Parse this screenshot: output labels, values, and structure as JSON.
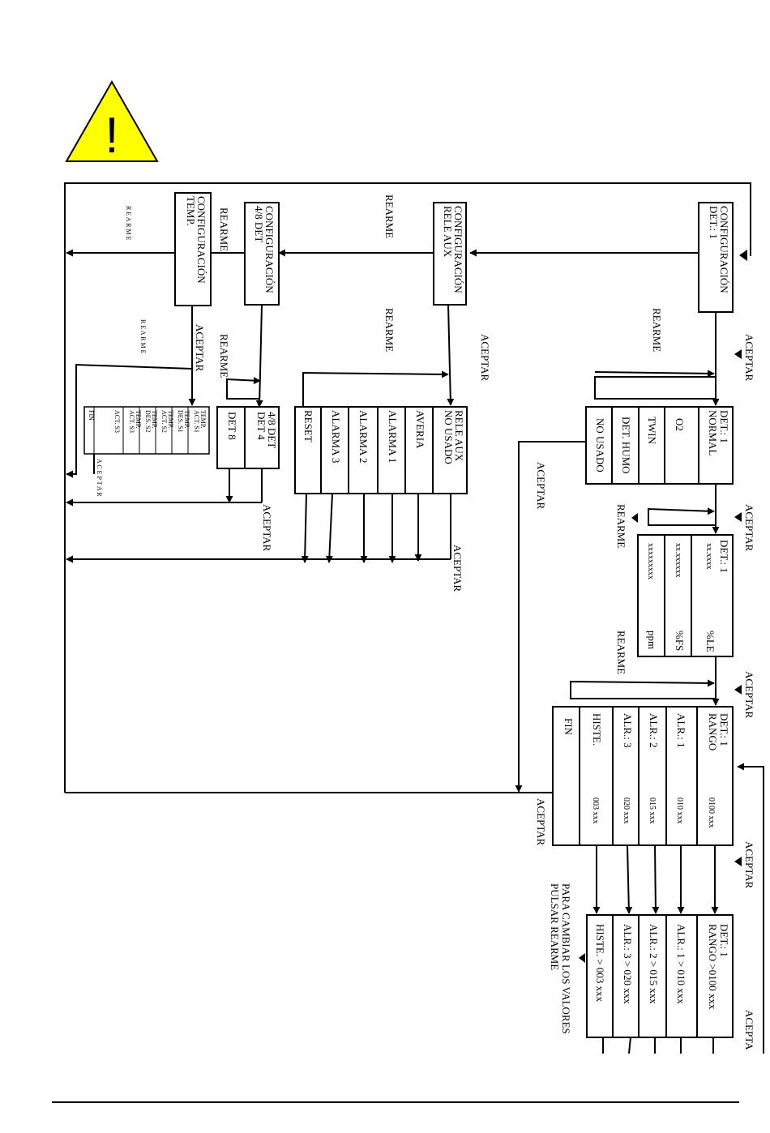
{
  "warning_glyph": "!",
  "warning_color": "#ffff00",
  "labels": {
    "aceptar": "ACEPTAR",
    "aceptar_cut": "ACEPTA",
    "aceptar_small": "ACEPTAR",
    "rearme": "REARME",
    "rearme_spaced": "R E A R M E",
    "aceptar_spaced": "A C E P T A R",
    "para_cambiar_1": "PARA CAMBIAR LOS VALORES",
    "para_cambiar_2": "PULSAR REARME"
  },
  "boxes": {
    "config_det": [
      "CONFIGURACIÓN",
      "DET.: 1"
    ],
    "config_releaux": [
      "CONFIGURACIÓN",
      "RELE AUX"
    ],
    "config_48det": [
      "CONFIGURACIÓN",
      "4/8 DET"
    ],
    "config_temp": [
      "CONFIGURACIÓN",
      "TEMP."
    ],
    "det_type": [
      "DET.: 1",
      "NORMAL",
      "O2",
      "TWIN",
      "DET. HUMO",
      "NO USADO"
    ],
    "det_values": {
      "header": "DET.: 1",
      "rows": [
        {
          "value": "xx.xxxx",
          "unit": "%LE"
        },
        {
          "value": "xx.xxxxxx",
          "unit": "%FS"
        },
        {
          "value": "xxxxxxxxx",
          "unit": "ppm"
        }
      ]
    },
    "rango_list": [
      {
        "label": "DET.: 1",
        "value": ""
      },
      {
        "label": "RANGO",
        "value": "0100 xxx"
      },
      {
        "label": "ALR.: 1",
        "value": "010 xxx"
      },
      {
        "label": "ALR.: 2",
        "value": "015 xxx"
      },
      {
        "label": "ALR.: 3",
        "value": "020 xxx"
      },
      {
        "label": "HISTE.",
        "value": "003 xxx"
      },
      {
        "label": "FIN",
        "value": ""
      }
    ],
    "rango_edit": [
      "DET.: 1",
      "RANGO  >0100 xxx",
      "ALR.: 1  > 010 xxx",
      "ALR.: 2  > 015 xxx",
      "ALR.: 3  > 020 xxx",
      "HISTE.  > 003 xxx"
    ],
    "releaux_list": [
      "RELE AUX",
      "NO USADO",
      "AVERIA",
      "ALARMA 1",
      "ALARMA 2",
      "ALARMA 3",
      "RESET"
    ],
    "det48_list": [
      "4/8 DET",
      "DET 4",
      "DET 8"
    ],
    "temp_list": [
      "TEMP.",
      "ACT. S1",
      "TEMP.",
      "DES. S1",
      "TEMP.",
      "ACT. S2",
      "TEMP.",
      "DES. S2",
      "TEMP.",
      "ACT. S3",
      "ACT. S3",
      "FIN"
    ]
  }
}
